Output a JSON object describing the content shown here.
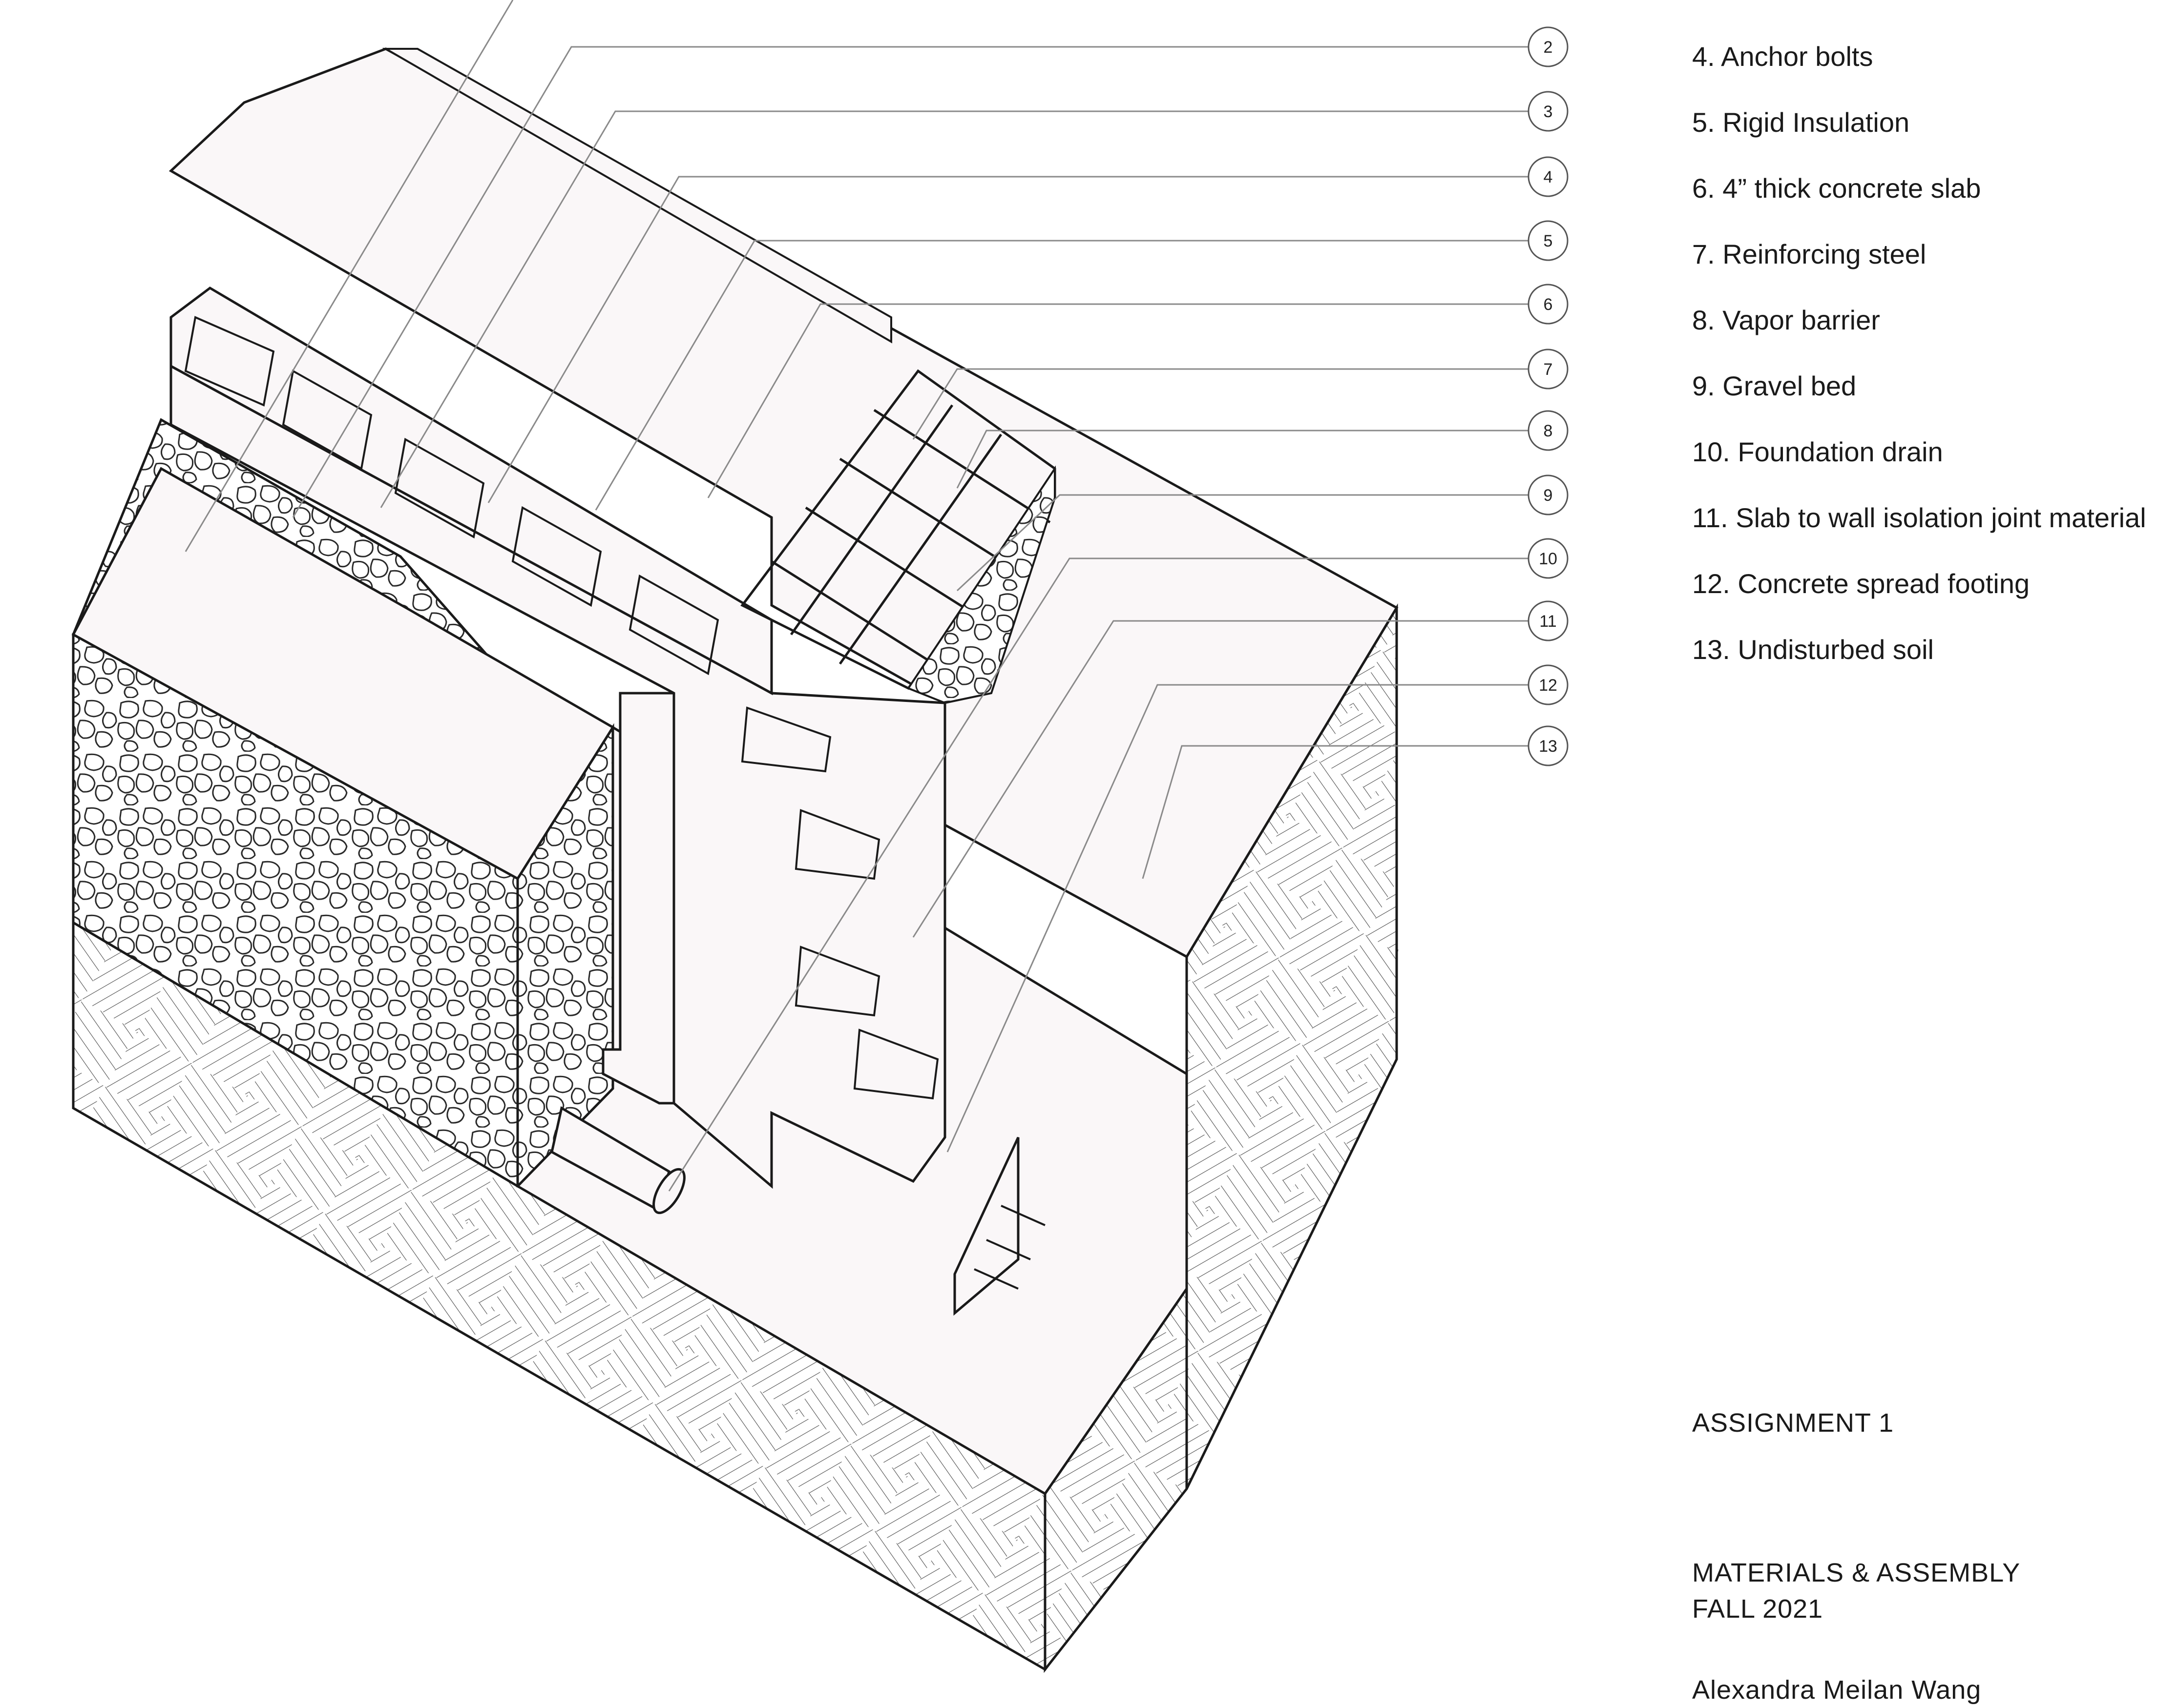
{
  "legend": {
    "items": [
      "4. Anchor bolts",
      "5. Rigid Insulation",
      "6. 4” thick concrete slab",
      "7. Reinforcing steel",
      "8. Vapor barrier",
      "9. Gravel bed",
      "10. Foundation drain",
      "11. Slab to wall isolation joint material",
      "12. Concrete spread footing",
      "13. Undisturbed soil"
    ]
  },
  "callouts": [
    "2",
    "3",
    "4",
    "5",
    "6",
    "7",
    "8",
    "9",
    "10",
    "11",
    "12",
    "13"
  ],
  "title_block": {
    "assignment": "ASSIGNMENT 1",
    "course": "MATERIALS & ASSEMBLY",
    "term": "FALL 2021",
    "author": "Alexandra Meilan Wang"
  },
  "colors": {
    "line": "#1a1a1a",
    "leader": "#8a8a8a",
    "surface": "#faf7f8",
    "paper": "#ffffff"
  }
}
